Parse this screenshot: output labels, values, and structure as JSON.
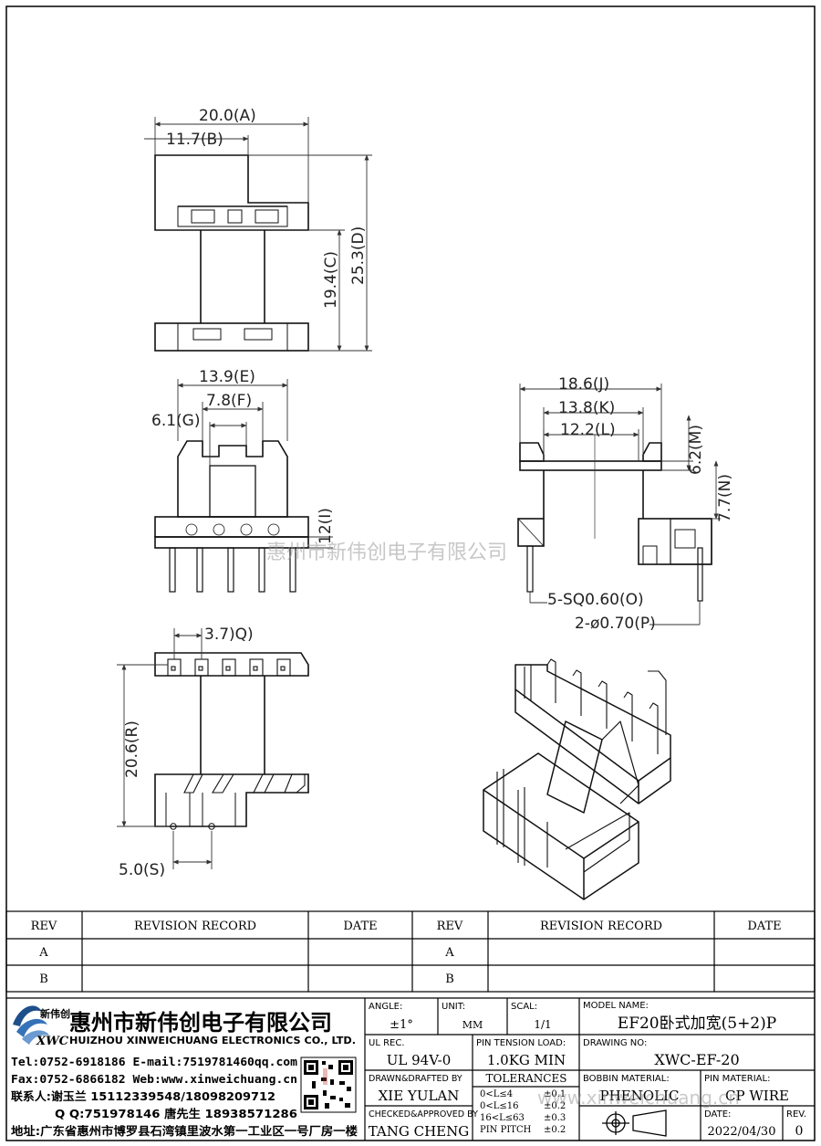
{
  "dimensions": {
    "A": "20.0(A)",
    "B": "11.7(B)",
    "C": "19.4(C)",
    "D": "25.3(D)",
    "E": "13.9(E)",
    "F": "7.8(F)",
    "G": "6.1(G)",
    "I": "12(I)",
    "J": "18.6(J)",
    "K": "13.8(K)",
    "L": "12.2(L)",
    "M": "6.2(M)",
    "N": "7.7(N)",
    "O": "5-SQ0.60(O)",
    "P": "2-ø0.70(P)",
    "Q": "3.7)Q)",
    "R": "20.6(R)",
    "S": "5.0(S)"
  },
  "watermark": {
    "main": "惠州市新伟创电子有限公司",
    "footer": "www.xinweichuang.cn"
  },
  "revision_table": {
    "headers": [
      "REV",
      "REVISION RECORD",
      "DATE",
      "REV",
      "REVISION RECORD",
      "DATE"
    ],
    "rows": [
      [
        "A",
        "",
        "",
        "A",
        "",
        ""
      ],
      [
        "B",
        "",
        "",
        "B",
        "",
        ""
      ]
    ]
  },
  "company": {
    "logo_text": "新伟创",
    "logo_abbr": "XWC",
    "name_cn": "惠州市新伟创电子有限公司",
    "name_en": "HUIZHOU XINWEICHUANG ELECTRONICS CO., LTD.",
    "tel_line": "Tel:0752-6918186 E-mail:7519781460qq.com",
    "fax_line": "Fax:0752-6866182 Web:www.xinweichuang.cn",
    "contact_line": "联系人:谢玉兰 15112339548/18098209712",
    "qq_line": "Q Q:751978146    唐先生 18938571286",
    "address_line": "地址:广东省惠州市博罗县石湾镇里波水第一工业区一号厂房一楼"
  },
  "spec": {
    "angle_label": "ANGLE:",
    "angle_value": "±1°",
    "unit_label": "UNIT:",
    "unit_value": "MM",
    "scale_label": "SCAL:",
    "scale_value": "1/1",
    "model_label": "MODEL NAME:",
    "model_value": "EF20卧式加宽(5+2)P",
    "ul_label": "UL REC.",
    "ul_value": "UL 94V-0",
    "pin_tension_label": "PIN TENSION LOAD:",
    "pin_tension_value": "1.0KG MIN",
    "drawing_label": "DRAWING NO:",
    "drawing_value": "XWC-EF-20",
    "drawn_label": "DRAWN&DRAFTED BY",
    "drawn_value": "XIE YULAN",
    "tolerances_label": "TOLERANCES",
    "tol_rows": [
      [
        "0<L≤4",
        "±0.1"
      ],
      [
        "0<L≤16",
        "±0.2"
      ],
      [
        "16<L≤63",
        "±0.3"
      ],
      [
        "PIN PITCH",
        "±0.2"
      ]
    ],
    "bobbin_label": "BOBBIN MATERIAL:",
    "bobbin_value": "PHENOLIC",
    "pin_material_label": "PIN MATERIAL:",
    "pin_material_value": "CP WIRE",
    "checked_label": "CHECKED&APPROVED BY",
    "checked_value": "TANG CHENG",
    "date_label": "DATE:",
    "date_value": "2022/04/30",
    "rev_label": "REV.",
    "rev_value": "0"
  }
}
